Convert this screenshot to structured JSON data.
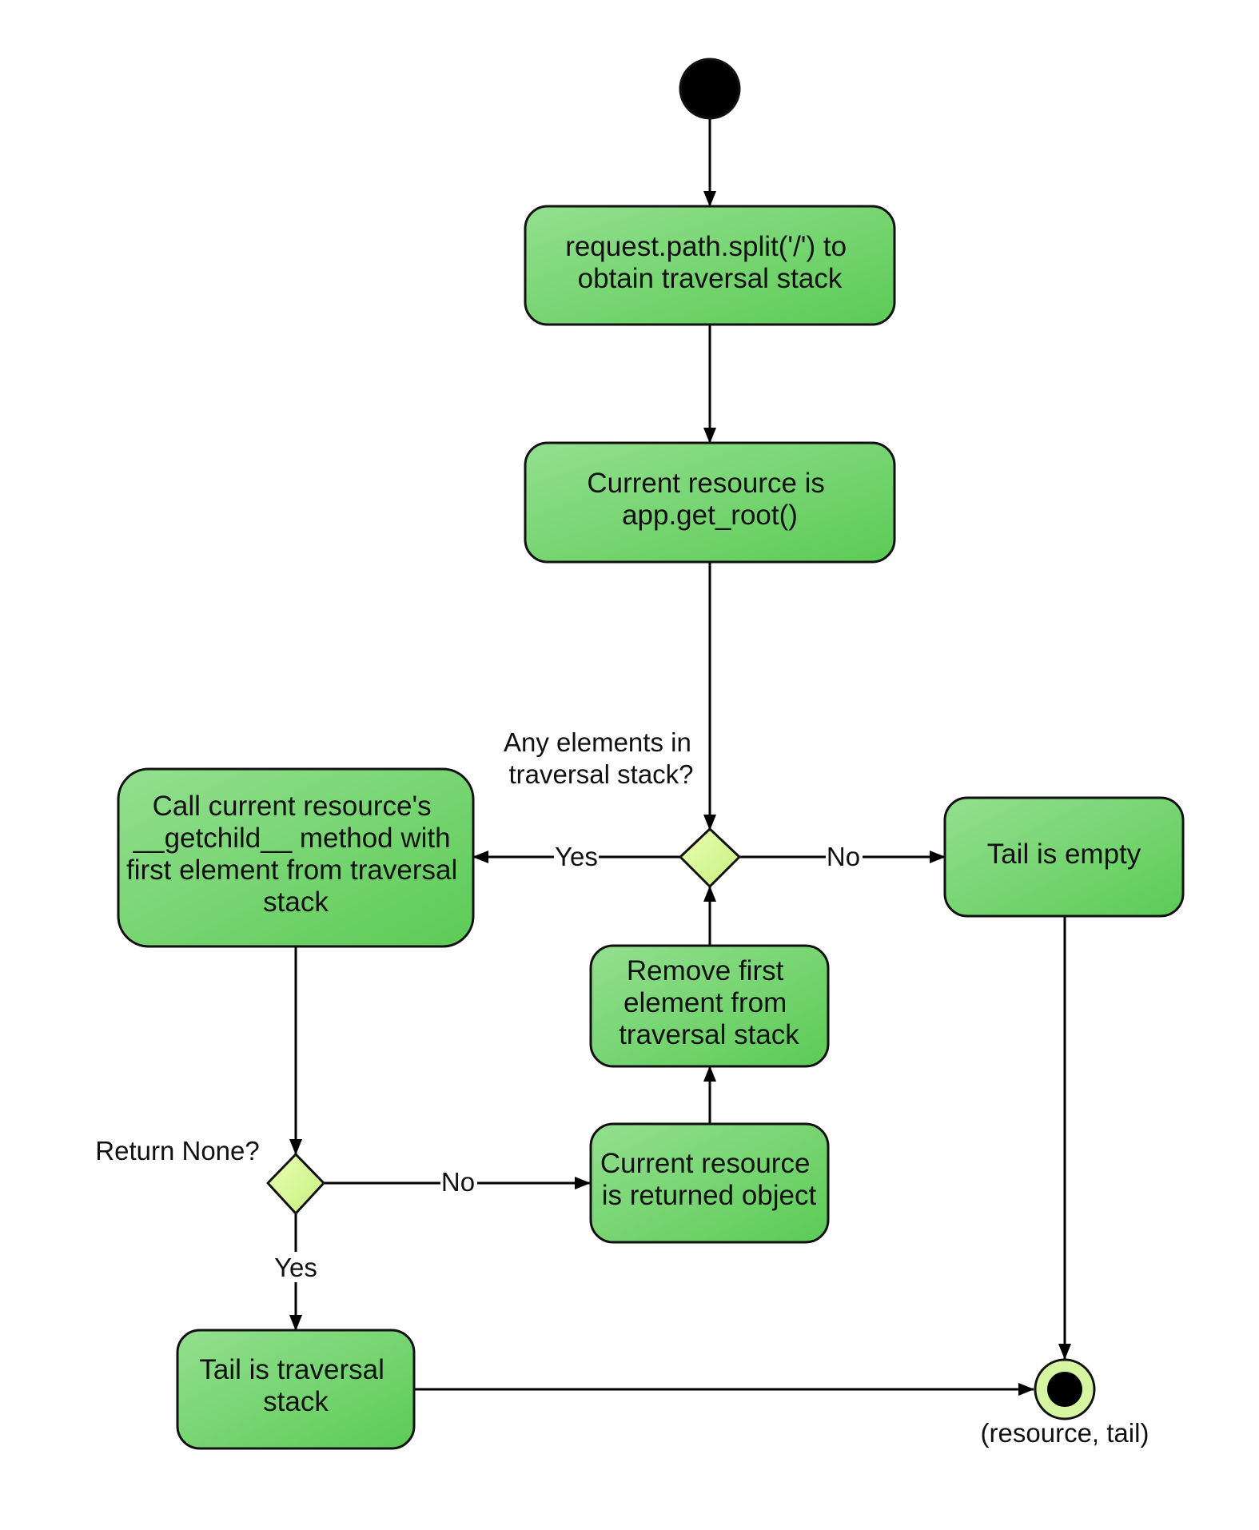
{
  "nodes": {
    "split": {
      "lines": [
        "request.path.split('/') to",
        "obtain traversal stack"
      ]
    },
    "root": {
      "lines": [
        "Current resource is",
        "app.get_root()"
      ]
    },
    "getchild": {
      "lines": [
        "Call current resource's",
        "__getchild__ method with",
        "first element from traversal",
        "stack"
      ]
    },
    "tail_empty": {
      "lines": [
        "Tail is empty"
      ]
    },
    "remove_first": {
      "lines": [
        "Remove first",
        "element from",
        "traversal stack"
      ]
    },
    "returned_object": {
      "lines": [
        "Current resource",
        "is returned object"
      ]
    },
    "tail_stack": {
      "lines": [
        "Tail is traversal",
        "stack"
      ]
    }
  },
  "decisions": {
    "any_elements": {
      "question_lines": [
        "Any elements in",
        "traversal stack?"
      ]
    },
    "return_none": {
      "question_lines": [
        "Return None?"
      ]
    }
  },
  "edge_labels": {
    "any_yes": "Yes",
    "any_no": "No",
    "none_no": "No",
    "none_yes": "Yes"
  },
  "end_label": "(resource, tail)",
  "colors": {
    "box_light": "#93df8f",
    "box_dark": "#5ccb56",
    "diamond_light": "#eaffb2",
    "diamond_dark": "#c8f080",
    "outline": "#111111",
    "end_ring": "#d6f5a0"
  }
}
